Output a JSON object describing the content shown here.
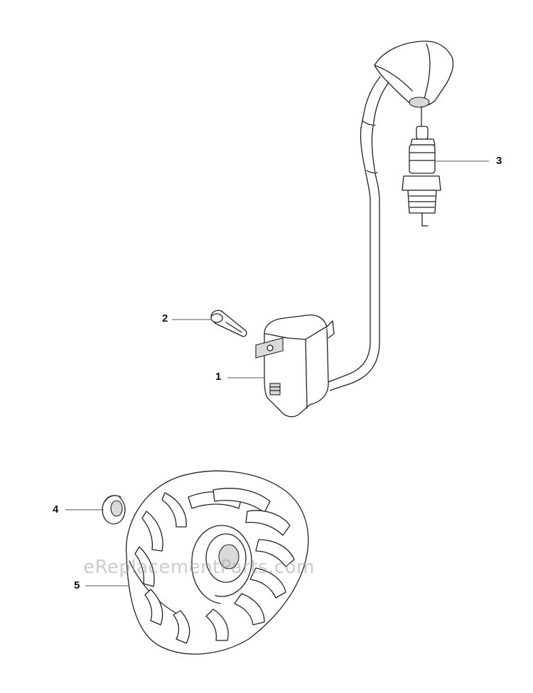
{
  "callouts": [
    {
      "id": "1",
      "label": "1"
    },
    {
      "id": "2",
      "label": "2"
    },
    {
      "id": "3",
      "label": "3"
    },
    {
      "id": "4",
      "label": "4"
    },
    {
      "id": "5",
      "label": "5"
    }
  ],
  "watermark": "eReplacementParts.com"
}
